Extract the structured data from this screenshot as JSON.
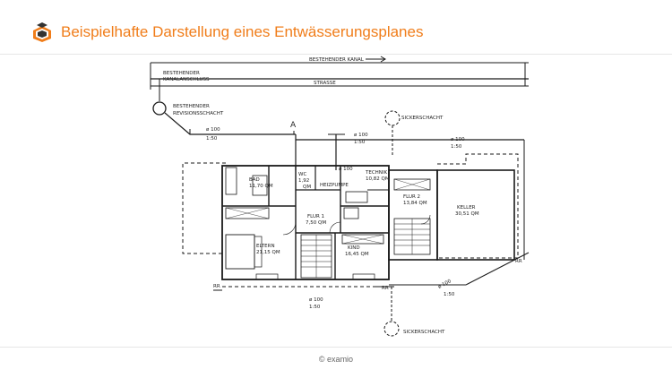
{
  "header": {
    "title": "Beispielhafte Darstellung eines Entwässerungsplanes",
    "logo_icon": "book-hat-logo-icon"
  },
  "footer": {
    "copyright": "© examio"
  },
  "plan": {
    "labels": {
      "bestehender_kanal": "BESTEHENDER KANAL",
      "kanalanschluss_1": "BESTEHENDER",
      "kanalanschluss_2": "KANALANSCHLUSS",
      "strasse": "STRASSE",
      "revisionsschacht_1": "BESTEHENDER",
      "revisionsschacht_2": "REVISIONSSCHACHT",
      "marker_a": "A",
      "sickerschacht_top": "SICKERSCHACHT",
      "sickerschacht_bottom": "SICKERSCHACHT",
      "pipe_1_dn": "ø 100",
      "pipe_1_slope": "1:50",
      "pipe_2_dn": "ø 100",
      "pipe_2_slope": "1:50",
      "pipe_3_dn": "ø 100",
      "pipe_3_slope": "1:50",
      "pipe_4_dn": "ø 100",
      "pipe_4_slope": "1:50",
      "pipe_5_dn": "ø 100",
      "pipe_5_slope": "1:50",
      "pipe_6_dn": "ø 100",
      "bad": "BAD",
      "bad_area": "11,70 QM",
      "wc": "WC",
      "wc_area": "1,92",
      "wc_unit": "QM",
      "heizpumpe": "HEIZPUMPE",
      "technik": "TECHNIK",
      "technik_area": "10,82 QM",
      "flur1": "FLUR 1",
      "flur1_area": "7,50 QM",
      "flur2": "FLUR 2",
      "flur2_area": "13,84 QM",
      "keller": "KELLER",
      "keller_area": "30,51 QM",
      "eltern": "ELTERN",
      "eltern_area": "21,15 QM",
      "kind": "KIND",
      "kind_area": "16,45 QM",
      "rr_1": "RR",
      "rr_2": "RR",
      "rr_3": "RR"
    }
  },
  "colors": {
    "accent": "#f07d1a",
    "line": "#1a1a1a",
    "rule": "#e6e6e6"
  }
}
